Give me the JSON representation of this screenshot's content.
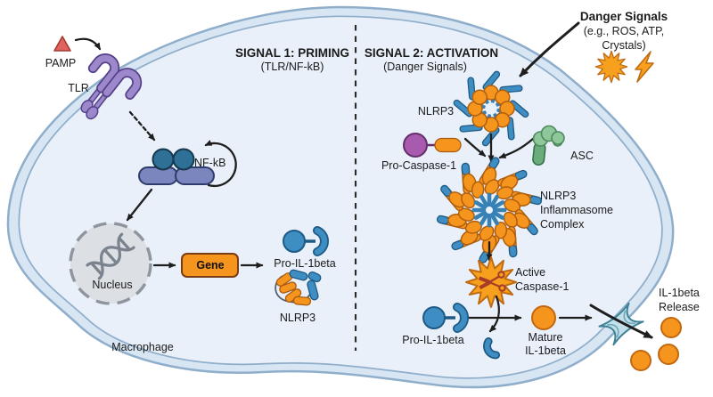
{
  "diagram": {
    "signal1": {
      "title": "SIGNAL 1: PRIMING",
      "subtitle": "(TLR/NF-kB)",
      "pamp_label": "PAMP",
      "tlr_label": "TLR",
      "nfkb_label": "NF-kB",
      "nucleus_label": "Nucleus",
      "gene_label": "Gene",
      "pro_il1beta_label": "Pro-IL-1beta",
      "nlrp3_label": "NLRP3",
      "macrophage_label": "Macrophage"
    },
    "signal2": {
      "title": "SIGNAL 2: ACTIVATION",
      "subtitle": "(Danger Signals)",
      "danger_title": "Danger Signals",
      "danger_line2": "(e.g., ROS, ATP,",
      "danger_line3": "Crystals)",
      "nlrp3_label": "NLRP3",
      "pro_caspase1_label": "Pro-Caspase-1",
      "asc_label": "ASC",
      "complex_line1": "NLRP3",
      "complex_line2": "Inflammasome",
      "complex_line3": "Complex",
      "active_line1": "Active",
      "active_line2": "Caspase-1",
      "pro_il1beta_label": "Pro-IL-1beta",
      "mature_line1": "Mature",
      "mature_line2": "IL-1beta",
      "release_line1": "IL-1beta",
      "release_line2": "Release"
    },
    "colors": {
      "cell_fill": "#E9F0F9",
      "membrane_band": "#D8E5F2",
      "membrane_line": "#8FAECB",
      "orange": "#F6951D",
      "blue": "#3E8EC4",
      "teal_blue": "#2E7096",
      "slate_blue": "#7B85BE",
      "purple": "#9C88CB",
      "magenta": "#A85AAE",
      "green": "#8FC79A",
      "red_triangle": "#E2635C",
      "nucleus_gray": "#DCDFE4",
      "channel_teal": "#C2E0E9",
      "scissors_red": "#A63B27",
      "arrow_black": "#1E1E1E"
    }
  }
}
